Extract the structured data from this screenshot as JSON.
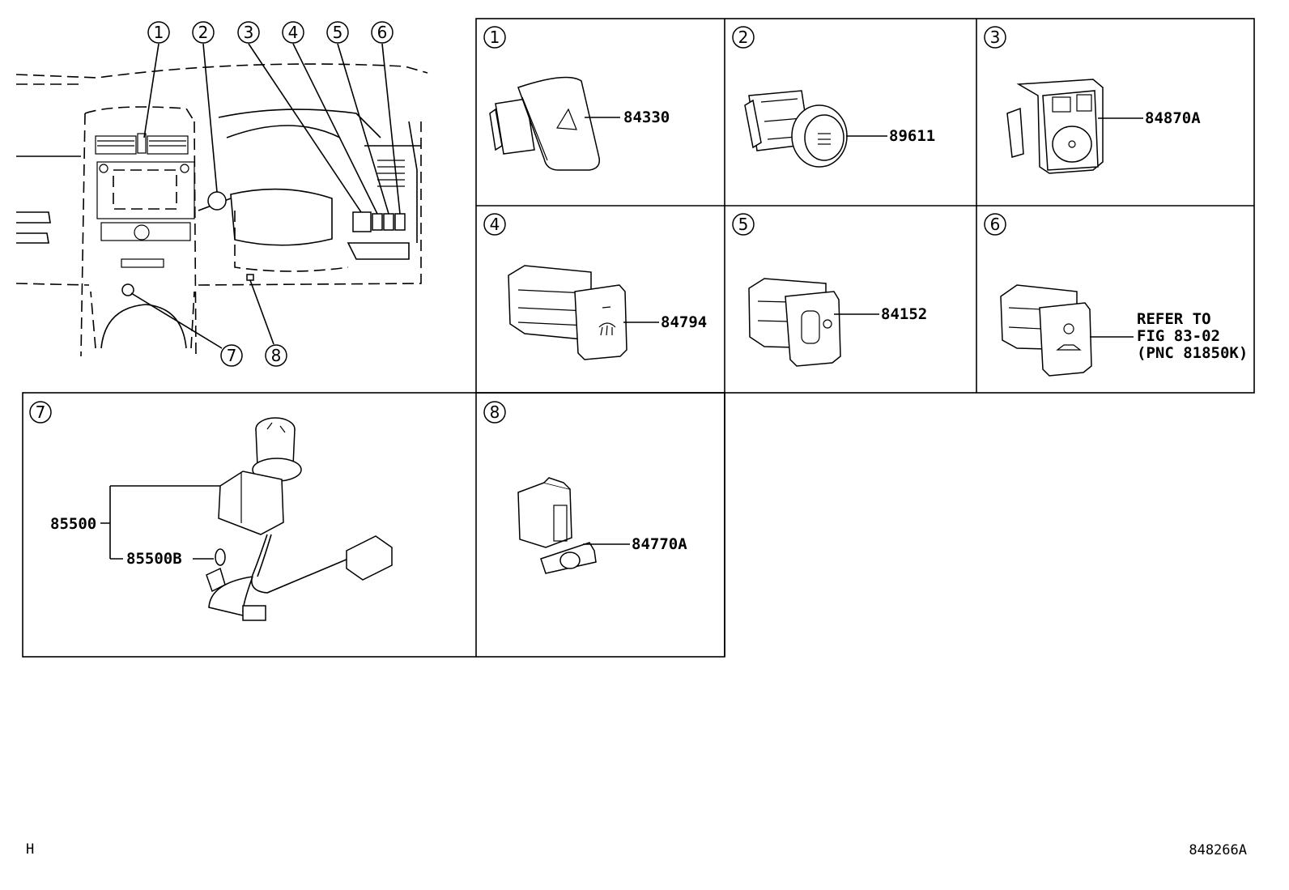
{
  "callouts": [
    "1",
    "2",
    "3",
    "4",
    "5",
    "6",
    "7",
    "8"
  ],
  "parts": {
    "p1": "84330",
    "p2": "89611",
    "p3": "84870A",
    "p4": "84794",
    "p5": "84152",
    "p6_line1": "REFER TO",
    "p6_line2": "FIG 83-02",
    "p6_line3": "(PNC 81850K)",
    "p7a": "85500",
    "p7b": "85500B",
    "p8": "84770A"
  },
  "footer": {
    "left": "H",
    "right": "848266A"
  }
}
